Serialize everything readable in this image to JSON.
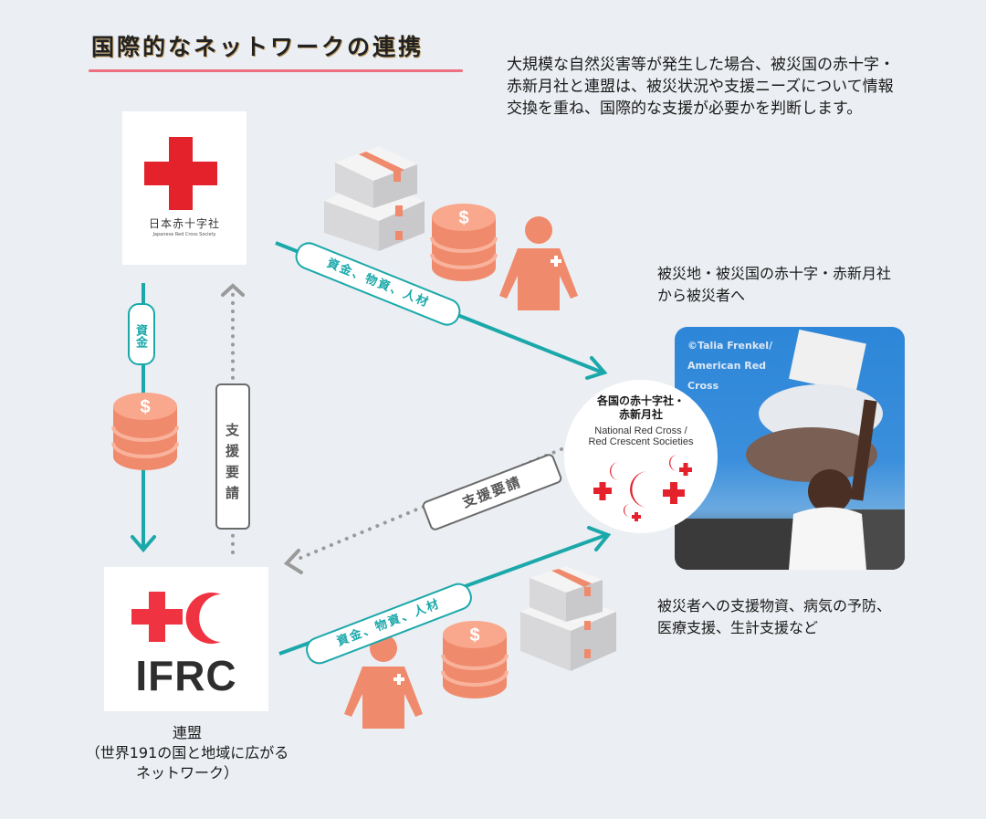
{
  "header": {
    "title": "国際的なネットワークの連携"
  },
  "intro": {
    "lines": [
      "大規模な自然災害等が発生した場合、被災国の赤十字・",
      "赤新月社と連盟は、被災状況や支援ニーズについて情報",
      "交換を重ね、国際的な支援が必要かを判断します。"
    ]
  },
  "jrc": {
    "name_jp": "日本赤十字社",
    "name_en": "Japanese Red Cross Society"
  },
  "ifrc": {
    "logo_text": "IFRC",
    "caption_lines": [
      "連盟",
      "（世界191の国と地域に広がる",
      "ネットワーク）"
    ]
  },
  "national_societies": {
    "name_jp_lines": [
      "各国の赤十字社・",
      "赤新月社"
    ],
    "name_en_lines": [
      "National Red Cross /",
      "Red Crescent Societies"
    ]
  },
  "right_top_label": {
    "lines": [
      "被災地・被災国の赤十字・赤新月社",
      "から被災者へ"
    ]
  },
  "right_bottom_label": {
    "lines": [
      "被災者への支援物資、病気の予防、",
      "医療支援、生計支援など"
    ]
  },
  "photo": {
    "credit_lines": [
      "©Talia Frenkel/",
      "American Red",
      "Cross"
    ]
  },
  "flows": {
    "jrc_to_ifrc_label": "資金",
    "ifrc_to_jrc_label": "支援要請",
    "jrc_to_national_label": "資金、物資、人材",
    "ifrc_to_national_label": "資金、物資、人材",
    "national_to_ifrc_label": "支援要請"
  },
  "colors": {
    "teal": "#1ba8aa",
    "coral": "#f48b6e",
    "red": "#e3222c",
    "title_underline": "#ee6f80",
    "background": "#ebeef2"
  }
}
